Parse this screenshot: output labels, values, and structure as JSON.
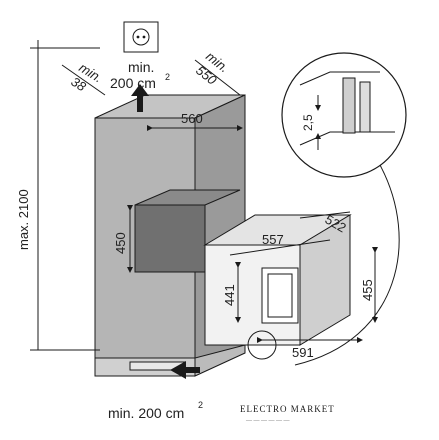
{
  "labels": {
    "min_38_a": "min.",
    "min_38_b": "38",
    "min_200_top_a": "min.",
    "min_200_top_b": "200 cm",
    "min_200_top_sup": "2",
    "min_550_a": "min.",
    "min_550_b": "550",
    "w_560": "560",
    "h_max": "max. 2100",
    "h_450": "450",
    "w_557": "557",
    "d_522": "522",
    "h_441": "441",
    "h_455": "455",
    "w_591": "591",
    "gap_25": "2,5",
    "min_200_bottom": "min. 200 cm",
    "min_200_bottom_sup": "2"
  },
  "brand": {
    "name": "ELECTRO MARKET",
    "tagline": "— — — — — —"
  },
  "colors": {
    "cabinet": "#b5b5b5",
    "cabinet_dark": "#8c8c8c",
    "line": "#1a1a1a",
    "appliance": "#d9d9d9"
  }
}
